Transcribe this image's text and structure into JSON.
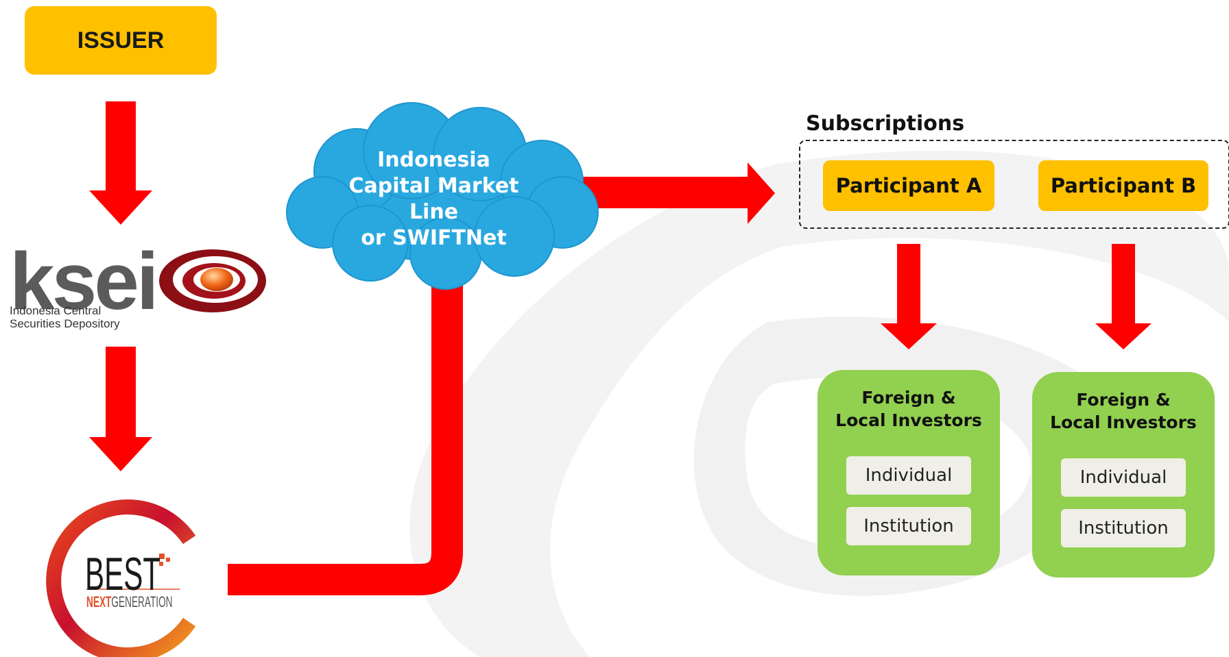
{
  "issuer": {
    "label": "ISSUER"
  },
  "ksei": {
    "logo_text": "ksei",
    "subtitle_line1": "Indonesia Central",
    "subtitle_line2": "Securities Depository"
  },
  "best": {
    "logo_text": "BEST",
    "subtitle_next": "NEXT",
    "subtitle_generation": "GENERATION"
  },
  "network": {
    "line1": "Indonesia",
    "line2": "Capital Market",
    "line3": "Line",
    "line4": "or SWIFTNet"
  },
  "subscriptions": {
    "title": "Subscriptions"
  },
  "participants": [
    {
      "label": "Participant A",
      "investors_title_line1": "Foreign &",
      "investors_title_line2": "Local Investors",
      "types": [
        "Individual",
        "Institution"
      ]
    },
    {
      "label": "Participant B",
      "investors_title_line1": "Foreign &",
      "investors_title_line2": "Local Investors",
      "types": [
        "Individual",
        "Institution"
      ]
    }
  ],
  "colors": {
    "arrow": "#FF0000",
    "yellow_box": "#FFC000",
    "green_box": "#92D050",
    "cloud": "#29A8E0",
    "tag": "#F0EFE7",
    "swirl": "#EFEFEF"
  }
}
